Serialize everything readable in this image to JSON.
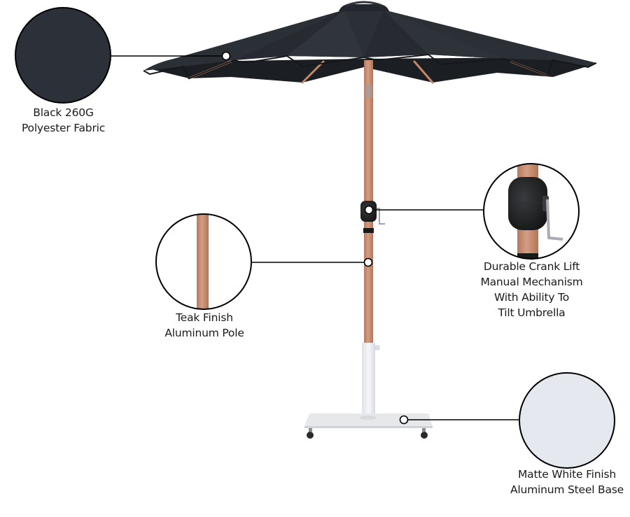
{
  "colors": {
    "canopy": "#2b2f36",
    "canopy_shadow": "#1d2026",
    "rib": "#c28868",
    "pole": "#c1846a",
    "pole_highlight": "#d9a58c",
    "crank_body": "#1e1f21",
    "base": "#e9ebee",
    "fabric_swatch": "#2c3039",
    "white_swatch": "#e5e8ee",
    "line": "#000000",
    "text": "#1a1a1a"
  },
  "callouts": [
    {
      "id": "fabric",
      "icon": "fabric-swatch-icon",
      "lines": [
        "Black 260G",
        "Polyester Fabric"
      ]
    },
    {
      "id": "crank",
      "icon": "crank-mechanism-icon",
      "lines": [
        "Durable Crank Lift",
        "Manual Mechanism",
        "With Ability To",
        "Tilt Umbrella"
      ]
    },
    {
      "id": "pole",
      "icon": "pole-closeup-icon",
      "lines": [
        "Teak Finish",
        "Aluminum Pole"
      ]
    },
    {
      "id": "base",
      "icon": "white-base-swatch-icon",
      "lines": [
        "Matte White Finish",
        "Aluminum Steel Base"
      ]
    }
  ]
}
